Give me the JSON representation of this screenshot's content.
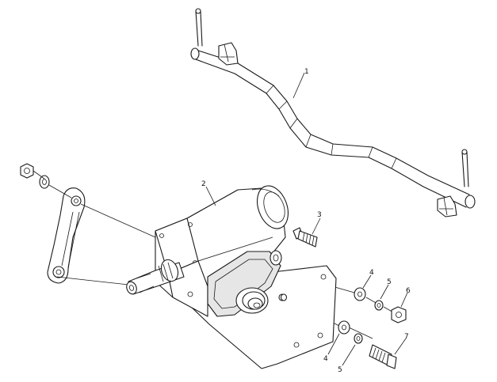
{
  "callouts": {
    "c1": "1",
    "c2": "2",
    "c3": "3",
    "c4a": "4",
    "c5a": "5",
    "c6": "6",
    "c4b": "4",
    "c5b": "5",
    "c7": "7"
  },
  "colors": {
    "line": "#1a1a1a",
    "background": "#ffffff",
    "shade": "#e6e6e6"
  }
}
